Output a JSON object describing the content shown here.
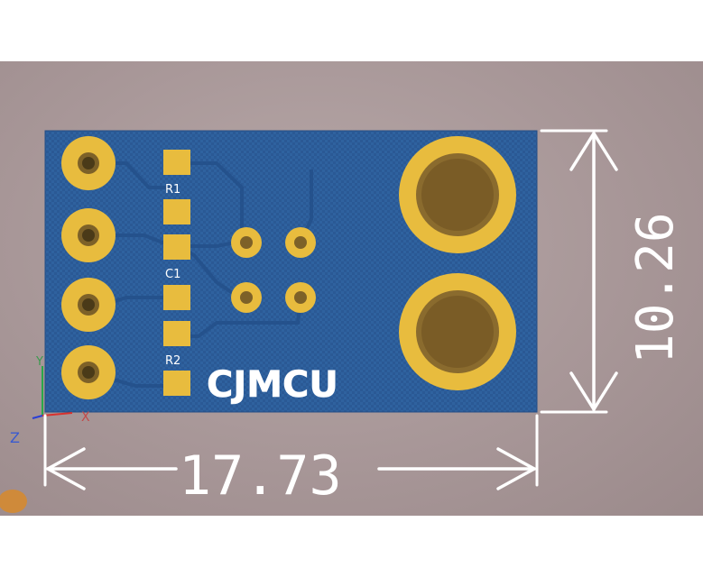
{
  "board": {
    "silkscreen_text": "CJMCU",
    "labels": {
      "r1": "R1",
      "c1": "C1",
      "r2": "R2"
    }
  },
  "dimensions": {
    "width": "17.73",
    "height": "10.26"
  },
  "axes": {
    "x": "X",
    "y": "Y",
    "z": "Z"
  },
  "colors": {
    "viewport_bg": "#a89798",
    "board": "#2d5e9c",
    "copper_pad": "#e8bc3e",
    "hole": "#8a6b2e",
    "dimension_lines": "#ffffff",
    "silkscreen": "#ffffff"
  }
}
